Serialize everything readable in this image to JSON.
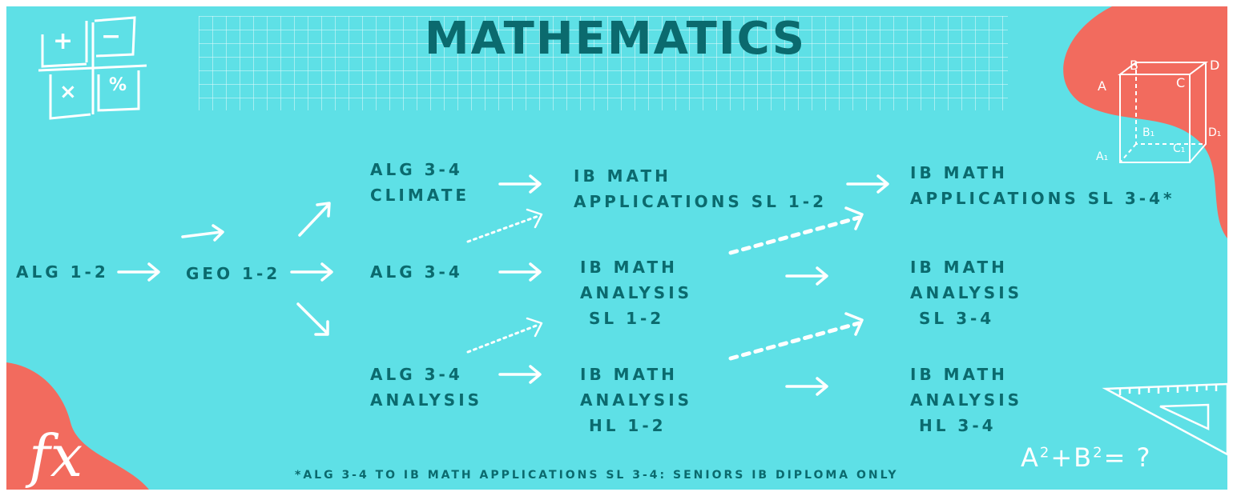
{
  "title": "MATHEMATICS",
  "nodes": {
    "alg12": "ALG 1-2",
    "geo12": "GEO 1-2",
    "alg34_climate": "ALG 3-4\nCLIMATE",
    "alg34": "ALG 3-4",
    "alg34_analysis": "ALG 3-4\nANALYSIS",
    "ib_app_sl12": "IB MATH\nAPPLICATIONS SL 1-2",
    "ib_an_sl12": "IB MATH\nANALYSIS\n SL 1-2",
    "ib_an_hl12": "IB MATH\nANALYSIS\n HL 1-2",
    "ib_app_sl34": "IB MATH\nAPPLICATIONS SL 3-4*",
    "ib_an_sl34": "IB MATH\nANALYSIS\n SL 3-4",
    "ib_an_hl34": "IB MATH\nANALYSIS\n HL 3-4"
  },
  "footnote": "*ALG 3-4 TO IB MATH APPLICATIONS SL 3-4: SENIORS IB DIPLOMA ONLY",
  "decorations": {
    "calc_symbols": [
      "+",
      "−",
      "×",
      "%"
    ],
    "fx_text": "fx",
    "equation": {
      "a": "A",
      "b": "B",
      "exp": "2",
      "rest": "= ?"
    },
    "cube_labels": [
      "A",
      "B",
      "C",
      "D",
      "B₁",
      "D₁",
      "A₁",
      "C₁"
    ]
  },
  "colors": {
    "background": "#5ee0e6",
    "text": "#0b6a6e",
    "blob": "#f26b5e",
    "line": "#ffffff"
  }
}
